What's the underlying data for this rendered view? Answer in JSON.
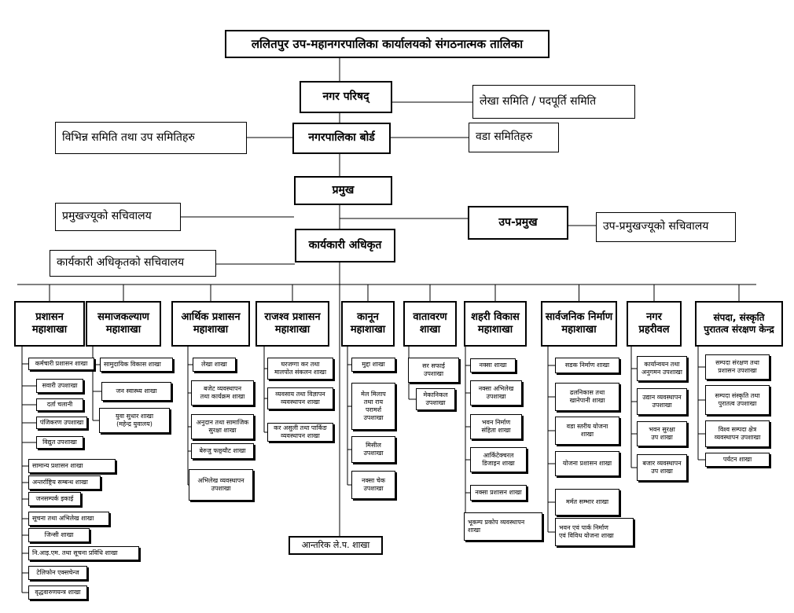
{
  "title": "ललितपुर उप-महानगरपालिका कार्यालयको संगठनात्मक तालिका",
  "top": {
    "council": "नगर परिषद्",
    "accounts_committee": "लेखा समिति / पदपूर्ति समिति",
    "board": "नगरपालिका बोर्ड",
    "various_committees": "विभिन्न समिति तथा उप समितिहरु",
    "ward_committees": "वडा समितिहरु",
    "chief": "प्रमुख",
    "chief_secretariat": "प्रमुखज्यूको सचिवालय",
    "deputy_chief": "उप-प्रमुख",
    "deputy_secretariat": "उप-प्रमुखज्यूको सचिवालय",
    "exec_officer": "कार्यकारी अधिकृत",
    "exec_secretariat": "कार्यकारी अधिकृतको सचिवालय",
    "internal_audit": "आन्तरिक ले.प. शाखा"
  },
  "departments": [
    {
      "label": "प्रशासन\nमहाशाखा",
      "units": [
        "कर्मचारी प्रशासन शाखा",
        "सवारी उपशाखा",
        "दर्ता चलानी",
        "पंजिकरण उपशाखा",
        "विद्युत उपशाखा",
        "सामान्य प्रशासन शाखा",
        "अन्तर्राष्ट्रिय सम्बन्ध शाखा",
        "जनसम्पर्क इकाई",
        "सूचना तथा अभिलेख शाखा",
        "जिन्सी शाखा",
        "नि.आइ.एम. तथा सूचना प्रविधि शाखा",
        "टेलिफोन एक्सचेन्ज",
        "वृद्धवारुणयन्त्र शाखा"
      ]
    },
    {
      "label": "समाजकल्याण\nमहाशाखा",
      "units": [
        "सामुदायिक विकास शाखा",
        "जन स्वास्थ्य शाखा",
        "युवा सुधार शाखा\n(महेन्द्र युवालय)"
      ]
    },
    {
      "label": "आर्थिक प्रशासन\nमहाशाखा",
      "units": [
        "लेखा शाखा",
        "बजेट व्यवस्थापन\nतथा कार्यक्रम शाखा",
        "अनुदान तथा सामाजिक\nसुरक्षा शाखा",
        "बेरुजु फछ्र्यौट शाखा",
        "अभिलेख व्यवस्थापन\nउपशाखा"
      ]
    },
    {
      "label": "राजश्व प्रशासन\nमहाशाखा",
      "units": [
        "घरजग्गा कर तथा\nमालपोत संकलन शाखा",
        "व्यवसाय तथा विज्ञापन\nव्यवस्थापन शाखा",
        "कर असुली तथा पार्किङ\nव्यवस्थापन शाखा"
      ]
    },
    {
      "label": "कानून\nमहाशाखा",
      "units": [
        "मुद्दा शाखा",
        "मेल मिलाप\nतथा राय\nपरामर्श\nउपशाखा",
        "मिसील\nउपशाखा",
        "नक्सा चेक\nउपशाखा"
      ]
    },
    {
      "label": "वातावरण\nशाखा",
      "units": [
        "सर सफाई\nउपशाखा",
        "मेकानिकल\nउपशाखा"
      ]
    },
    {
      "label": "शहरी विकास\nमहाशाखा",
      "units": [
        "नक्सा शाखा",
        "नक्सा अभिलेख\nउपशाखा",
        "भवन निर्माण\nसंहिता शाखा",
        "आर्किटेक्चरल\nडिजाइन शाखा",
        "नक्सा प्रशासन शाखा",
        "भूकम्प प्रकोप व्यवस्थापन\nशाखा"
      ]
    },
    {
      "label": "सार्वजनिक निर्माण\nमहाशाखा",
      "units": [
        "सडक निर्माण शाखा",
        "ढलनिकास तथा\nखानेपानी शाखा",
        "वडा स्तरीय योजना\nशाखा",
        "योजना प्रशासन शाखा",
        "मर्मत सम्भार शाखा",
        "भवन एवं पार्क निर्माण\nएवं विविध योजना शाखा"
      ]
    },
    {
      "label": "नगर\nप्रहरीवल",
      "units": [
        "कार्यान्वयन तथा\nअनुगमन उपशाखा",
        "उद्यान व्यवस्थापन\nउपशाखा",
        "भवन सुरक्षा\nउप शाखा",
        "बजार व्यवस्थापन\nउप शाखा"
      ]
    },
    {
      "label": "संपदा, संस्कृति\nपुरातत्व संरक्षण केन्द्र",
      "units": [
        "सम्पदा संरक्षण तथा\nप्रशासन उपशाखा",
        "सम्पदा संस्कृति तथा\nपुरातत्व उपशाखा",
        "विश्व सम्पदा क्षेत्र\nव्यवस्थापन उपशाखा",
        "पर्यटन शाखा"
      ]
    }
  ]
}
